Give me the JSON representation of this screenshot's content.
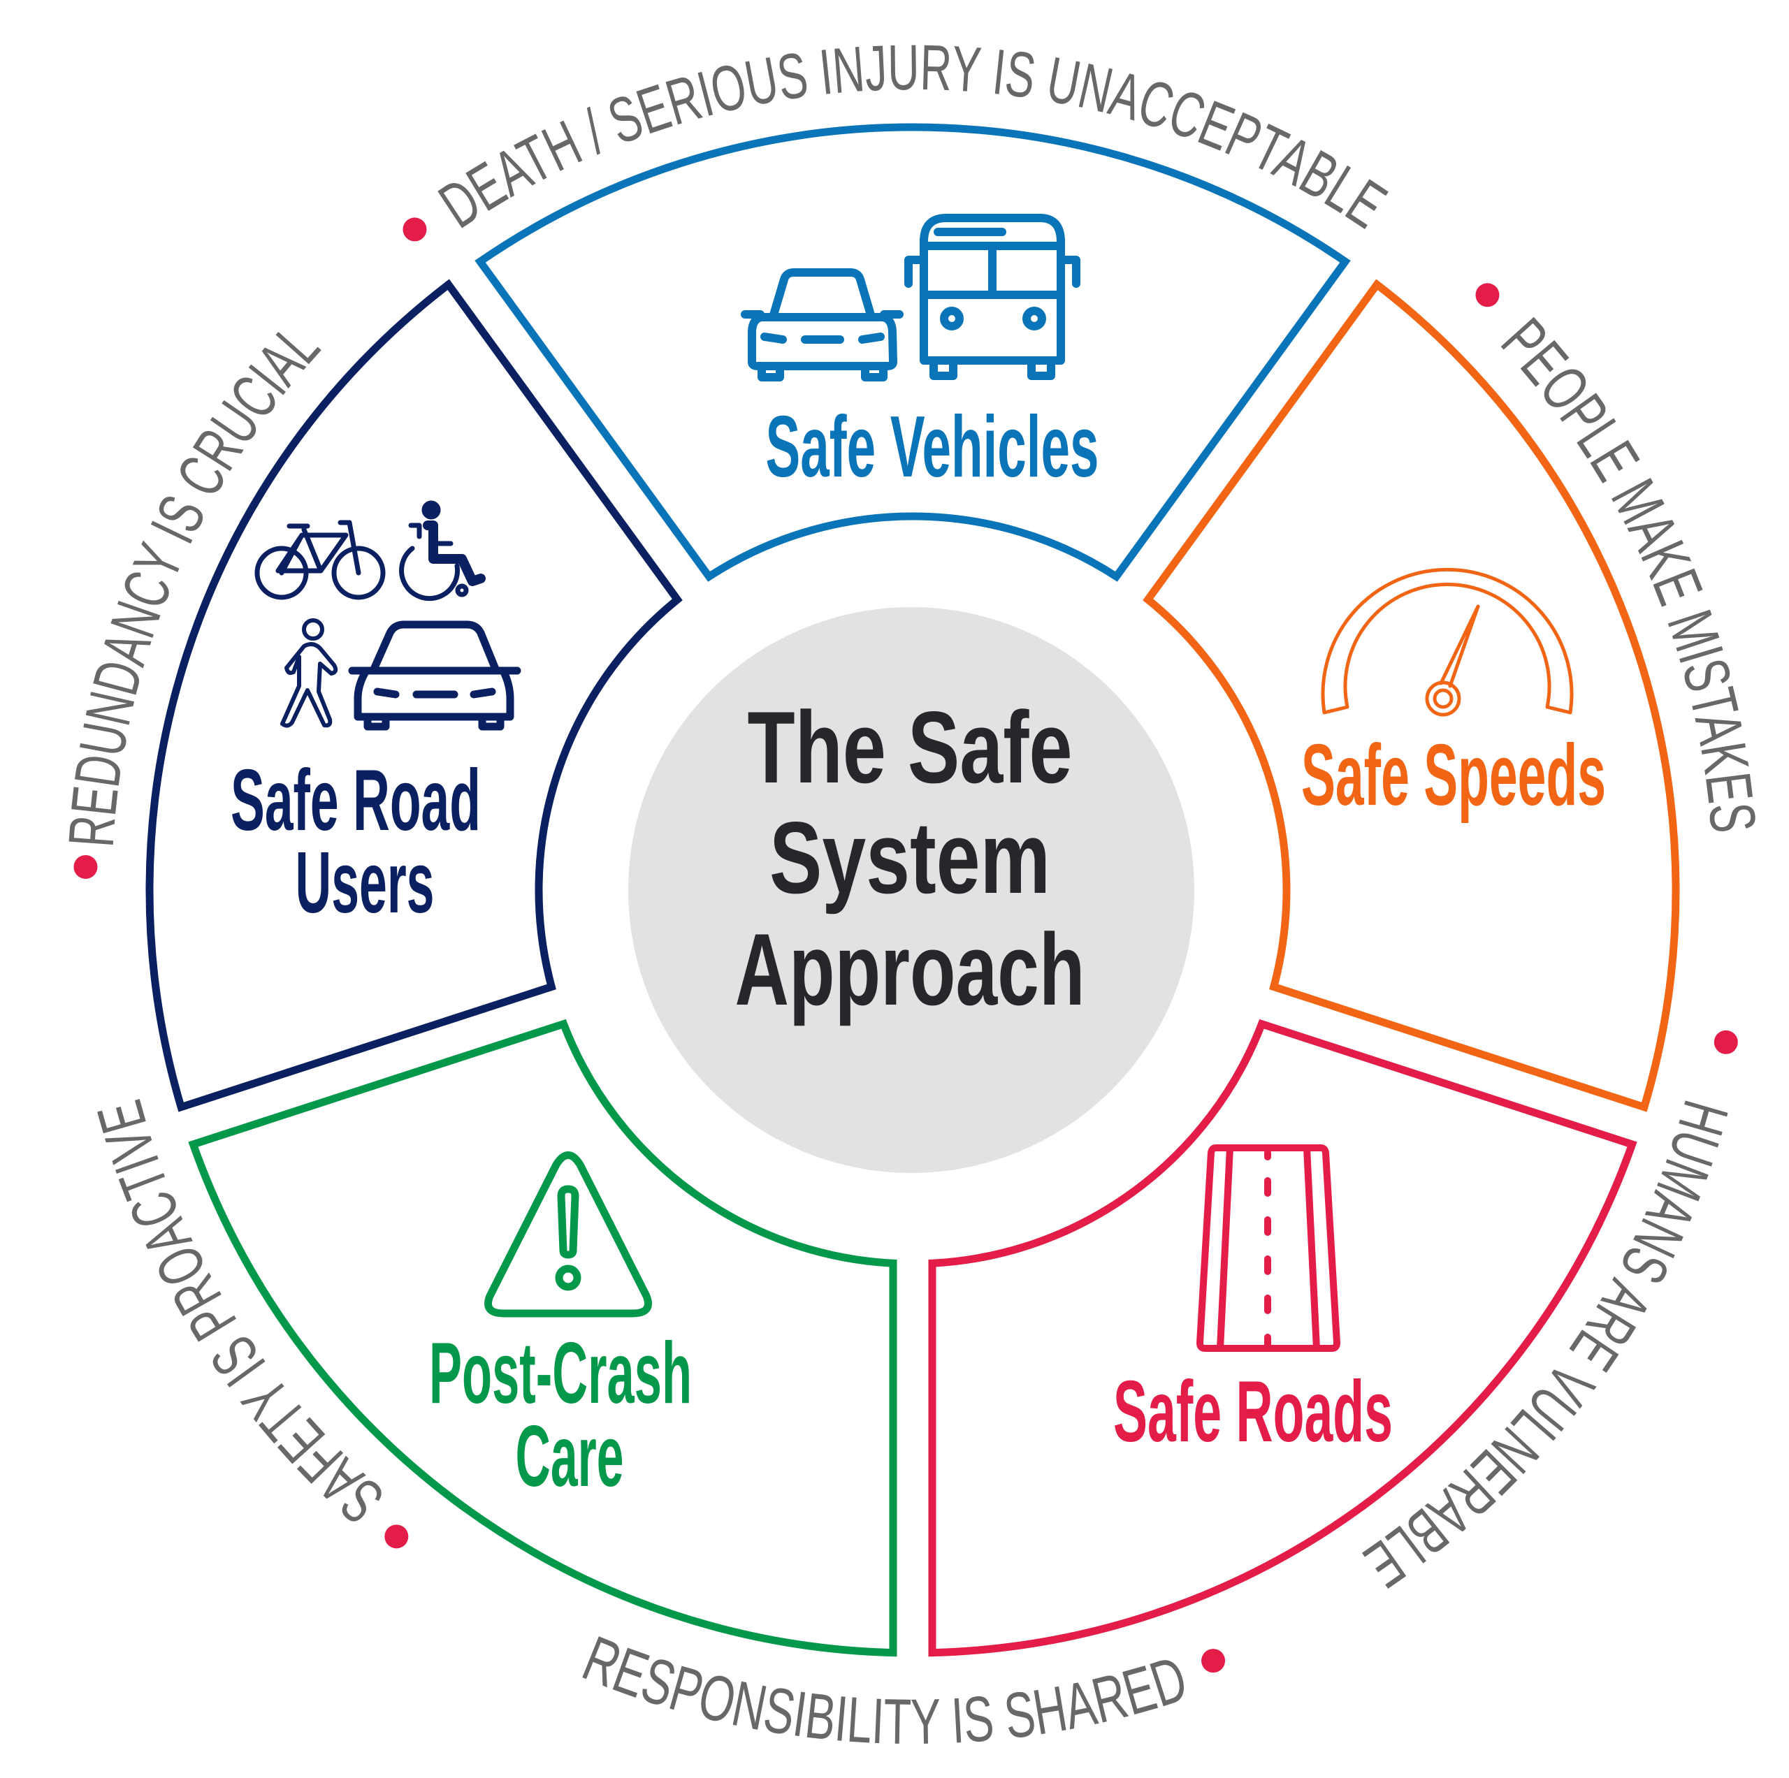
{
  "title": "The Safe System Approach",
  "center": {
    "lines": [
      "The Safe",
      "System",
      "Approach"
    ],
    "fill_color": "#e2e2e2",
    "text_color": "#26272b"
  },
  "segments": [
    {
      "id": "safe-vehicles",
      "label_lines": [
        "Safe Vehicles"
      ],
      "icon": "car-and-bus-icon",
      "color": "#0a74b8"
    },
    {
      "id": "safe-speeds",
      "label_lines": [
        "Safe Speeds"
      ],
      "icon": "speedometer-icon",
      "color": "#f26514"
    },
    {
      "id": "safe-roads",
      "label_lines": [
        "Safe Roads"
      ],
      "icon": "road-icon",
      "color": "#e31c48"
    },
    {
      "id": "post-crash-care",
      "label_lines": [
        "Post-Crash",
        "Care"
      ],
      "icon": "warning-triangle-icon",
      "color": "#04984a"
    },
    {
      "id": "safe-road-users",
      "label_lines": [
        "Safe Road",
        "Users"
      ],
      "icon": "road-users-icon",
      "color": "#0b2060"
    }
  ],
  "principles": [
    "DEATH / SERIOUS INJURY IS UNACCEPTABLE",
    "PEOPLE MAKE MISTAKES",
    "HUMANS ARE VULNERABLE",
    "RESPONSIBILITY IS SHARED",
    "SAFETY IS PROACTIVE",
    "REDUNDANCY IS CRUCIAL"
  ],
  "colors": {
    "principle_text": "#68686a",
    "separator_dot": "#e31c48"
  }
}
